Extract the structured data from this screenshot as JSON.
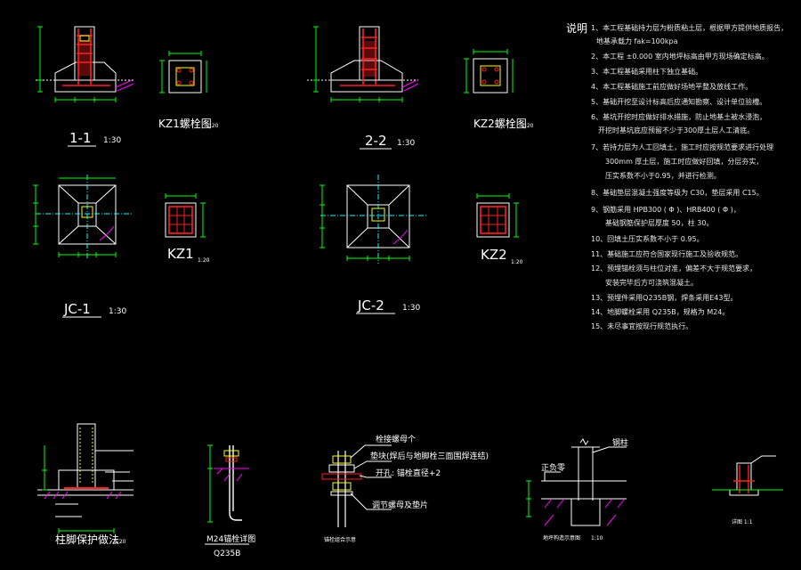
{
  "colors": {
    "background": "#000000",
    "line": "#ffffff",
    "rebar": "#ff2020",
    "dimension": "#00ff00",
    "hatch": "#ff00ff",
    "accent": "#ffff00",
    "gridline": "#00ffff"
  },
  "views": {
    "section_1": {
      "label": "1-1",
      "scale": "1:30"
    },
    "kz1_bolt": {
      "label": "KZ1螺栓图",
      "scale": "1:20"
    },
    "section_2": {
      "label": "2-2",
      "scale": "1:30"
    },
    "kz2_bolt": {
      "label": "KZ2螺栓图",
      "scale": "1:20"
    },
    "jc1": {
      "label": "JC-1",
      "scale": "1:30"
    },
    "kz1": {
      "label": "KZ1",
      "scale": "1:20"
    },
    "jc2": {
      "label": "JC-2",
      "scale": "1:30"
    },
    "kz2": {
      "label": "KZ2",
      "scale": "1:20"
    },
    "column_base": {
      "label": "柱脚保护做法",
      "scale": "1:20"
    },
    "bolt_m24": {
      "label": "M24锚栓详图",
      "sub": "Q235B"
    },
    "bolt_assembly": {
      "label": "锚栓组合示意",
      "callouts": [
        "栓接螺母个",
        "垫块(焊后与地脚栓三面围焊连结)",
        "开孔: 锚栓直径+2",
        "调节螺母及垫片"
      ]
    },
    "slab_detail": {
      "label": "地坪构造示意图",
      "scale": "1:10",
      "callouts": [
        "钢柱",
        "正负零"
      ]
    },
    "small_detail": {
      "label": "详图 1:1"
    }
  },
  "notes": {
    "title": "说明",
    "items": [
      "1、本工程基础持力层为粉质粘土层，根据甲方提供地质报告，",
      "地基承载力 fak=100kpa",
      "2、本工程 ±0.000 室内地坪标高由甲方现场确定标高。",
      "3、本工程基础采用柱下独立基础。",
      "4、本工程基础施工前应做好场地平整及放线工作。",
      "5、基础开挖至设计标高后应通知勘察、设计单位验槽。",
      "6、基坑开挖时应做好排水措施，防止地基土被水浸泡，",
      "开挖时基坑底应预留不少于300厚土层人工清底。",
      "7、若持力层为人工回填土，施工时应按规范要求进行处理",
      "300mm 厚土层，施工时应做好回填，分层夯实，",
      "压实系数不小于0.95，并进行检测。",
      "8、基础垫层混凝土强度等级为 C30，垫层采用 C15。",
      "9、钢筋采用 HPB300 ( Φ )、HRB400 ( Φ )，",
      "基础钢筋保护层厚度 50，柱 30。",
      "10、回填土压实系数不小于 0.95。",
      "11、基础施工应符合国家现行施工及验收规范。",
      "12、预埋锚栓须与柱位对准，偏差不大于规范要求，",
      "安装完毕后方可浇筑混凝土。",
      "13、预埋件采用Q235B钢，焊条采用E43型。",
      "14、地脚螺栓采用 Q235B，规格为 M24。",
      "15、未尽事宜按现行规范执行。"
    ]
  }
}
